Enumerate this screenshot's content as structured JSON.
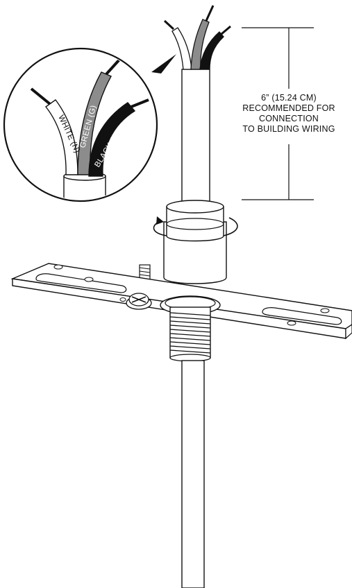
{
  "measurement": {
    "lines": [
      "6” (15.24 CM)",
      "RECOMMENDED FOR",
      "CONNECTION",
      "TO BUILDING WIRING"
    ]
  },
  "wires": {
    "white": "WHITE (N)",
    "green": "GREEN (G)",
    "black": "BLACK (L)"
  },
  "colors": {
    "line": "#111111",
    "wire_white": "#ffffff",
    "wire_green": "#8c8c8c",
    "wire_black": "#111111",
    "fill": "#ffffff"
  }
}
